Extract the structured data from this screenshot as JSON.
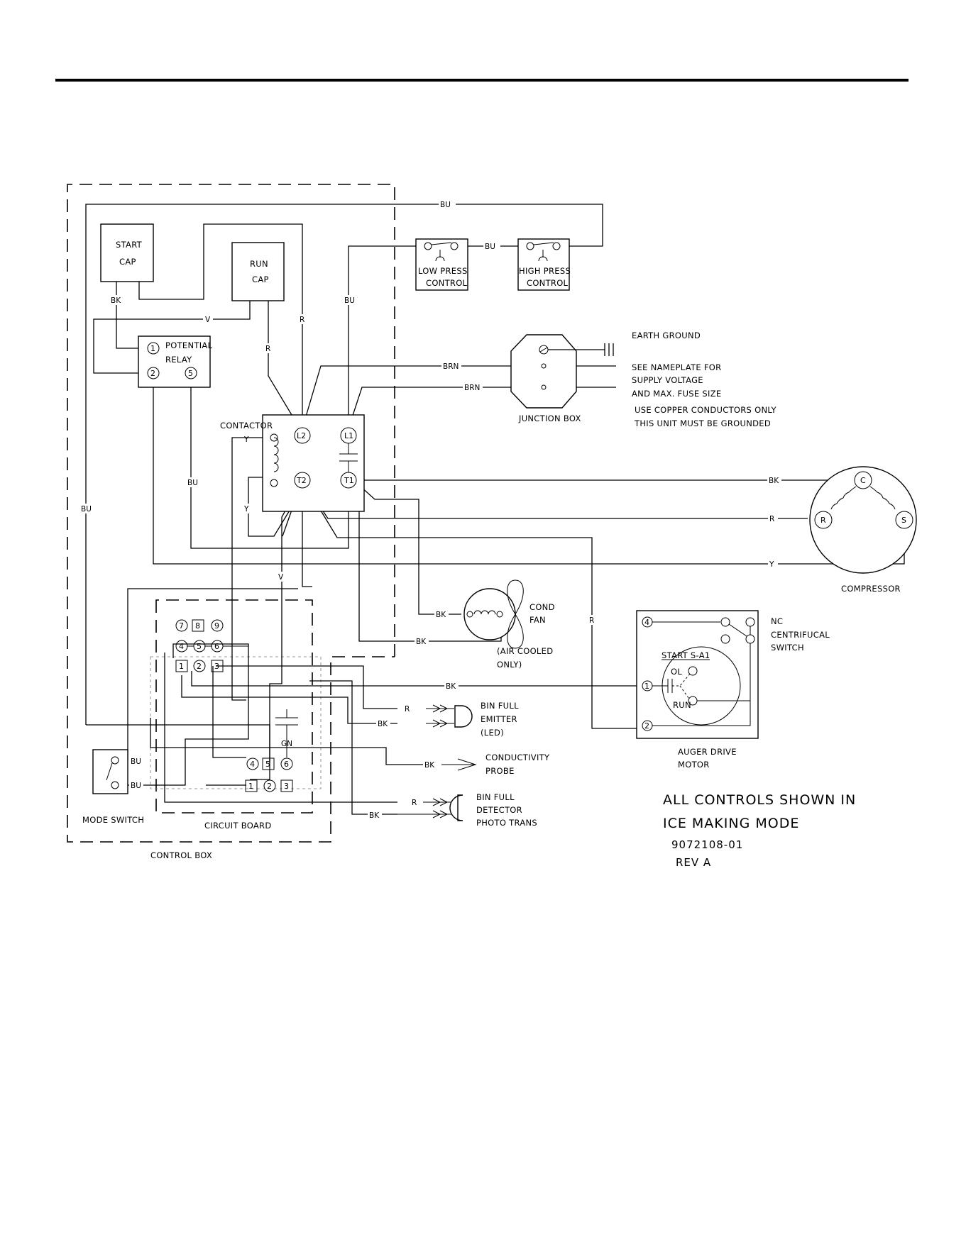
{
  "labels": {
    "start_cap": [
      "START",
      "CAP"
    ],
    "run_cap": [
      "RUN",
      "CAP"
    ],
    "potential_relay": [
      "POTENTIAL",
      "RELAY"
    ],
    "contactor": "CONTACTOR",
    "low_press": [
      "LOW PRESS",
      "CONTROL"
    ],
    "high_press": [
      "HIGH PRESS",
      "CONTROL"
    ],
    "earth_ground": "EARTH GROUND",
    "nameplate": [
      "SEE NAMEPLATE FOR",
      "SUPPLY VOLTAGE",
      "AND MAX. FUSE SIZE"
    ],
    "copper": [
      "USE COPPER CONDUCTORS ONLY",
      "THIS UNIT MUST BE GROUNDED"
    ],
    "junction_box": "JUNCTION BOX",
    "compressor": "COMPRESSOR",
    "cond_fan": [
      "COND",
      "FAN"
    ],
    "air_cooled": [
      "(AIR COOLED",
      "ONLY)"
    ],
    "nc_switch": [
      "NC",
      "CENTRIFUCAL",
      "SWITCH"
    ],
    "start_sa1": "START  S-A1",
    "ol": "OL",
    "run": "RUN",
    "auger_motor": [
      "AUGER DRIVE",
      "MOTOR"
    ],
    "bin_emitter": [
      "BIN FULL",
      "EMITTER",
      "(LED)"
    ],
    "conductivity": [
      "CONDUCTIVITY",
      "PROBE"
    ],
    "bin_detector": [
      "BIN FULL",
      "DETECTOR",
      "PHOTO TRANS"
    ],
    "mode_switch": "MODE SWITCH",
    "circuit_board": "CIRCUIT BOARD",
    "control_box": "CONTROL BOX",
    "note": [
      "ALL CONTROLS SHOWN IN",
      "ICE MAKING MODE"
    ],
    "part_no": "9072108-01",
    "rev": "REV A"
  },
  "terminals": {
    "relay": [
      "1",
      "2",
      "5"
    ],
    "contactor": [
      "L2",
      "L1",
      "T2",
      "T1"
    ],
    "compressor": [
      "C",
      "R",
      "S"
    ],
    "board_top": [
      "7",
      "8",
      "9",
      "4",
      "5",
      "6",
      "1",
      "2",
      "3"
    ],
    "board_bottom": [
      "4",
      "5",
      "6",
      "1",
      "2",
      "3"
    ],
    "auger": [
      "4",
      "1",
      "2"
    ]
  },
  "wire_colors": {
    "bu": "BU",
    "bk": "BK",
    "r": "R",
    "v": "V",
    "y": "Y",
    "brn": "BRN",
    "gn": "GN"
  }
}
